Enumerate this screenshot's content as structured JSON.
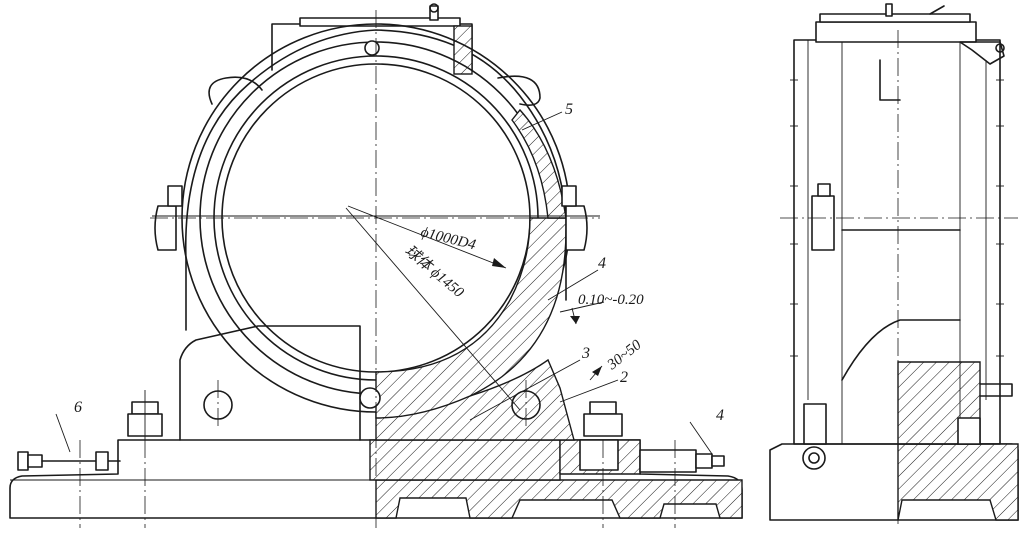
{
  "diagram": {
    "part_labels": [
      "5",
      "4",
      "3",
      "2",
      "6",
      "4"
    ],
    "dimensions": {
      "bore_diameter": "ϕ1000D4",
      "outer_diameter": "球体 ϕ1450",
      "clearance": "0.10~-0.20",
      "angle": "30~50"
    }
  }
}
